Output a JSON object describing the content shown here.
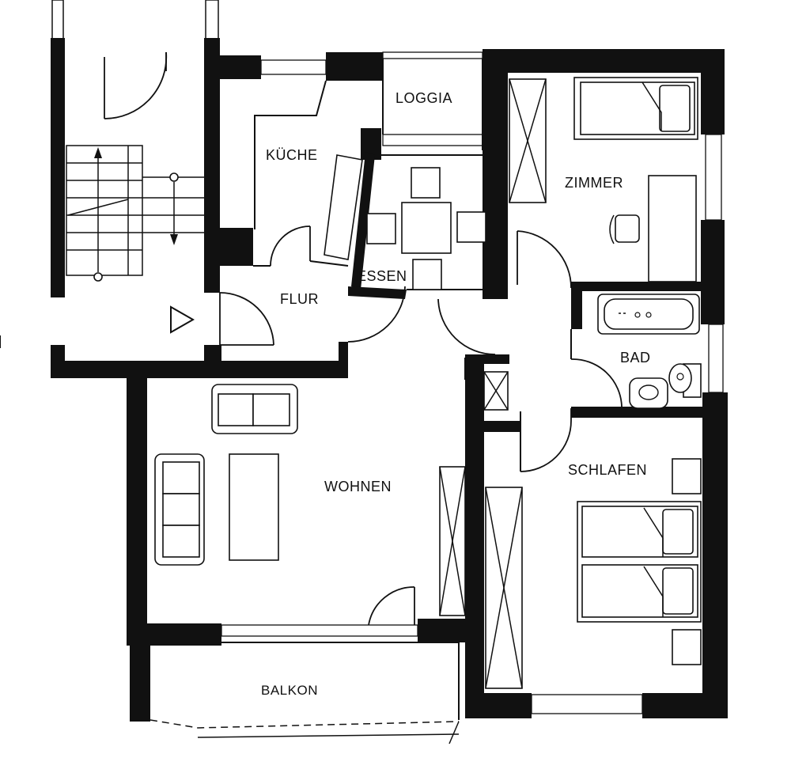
{
  "rooms": {
    "loggia": "LOGGIA",
    "kueche": "KÜCHE",
    "zimmer": "ZIMMER",
    "essen": "ESSEN",
    "flur": "FLUR",
    "bad": "BAD",
    "wohnen": "WOHNEN",
    "schlafen": "SCHLAFEN",
    "balkon": "BALKON"
  },
  "colors": {
    "ink": "#111111",
    "paper": "#ffffff"
  },
  "icons": {
    "entry": "triangle-entry-icon",
    "stairs": "staircase-icon",
    "shaft": "crossed-shaft-icon"
  }
}
